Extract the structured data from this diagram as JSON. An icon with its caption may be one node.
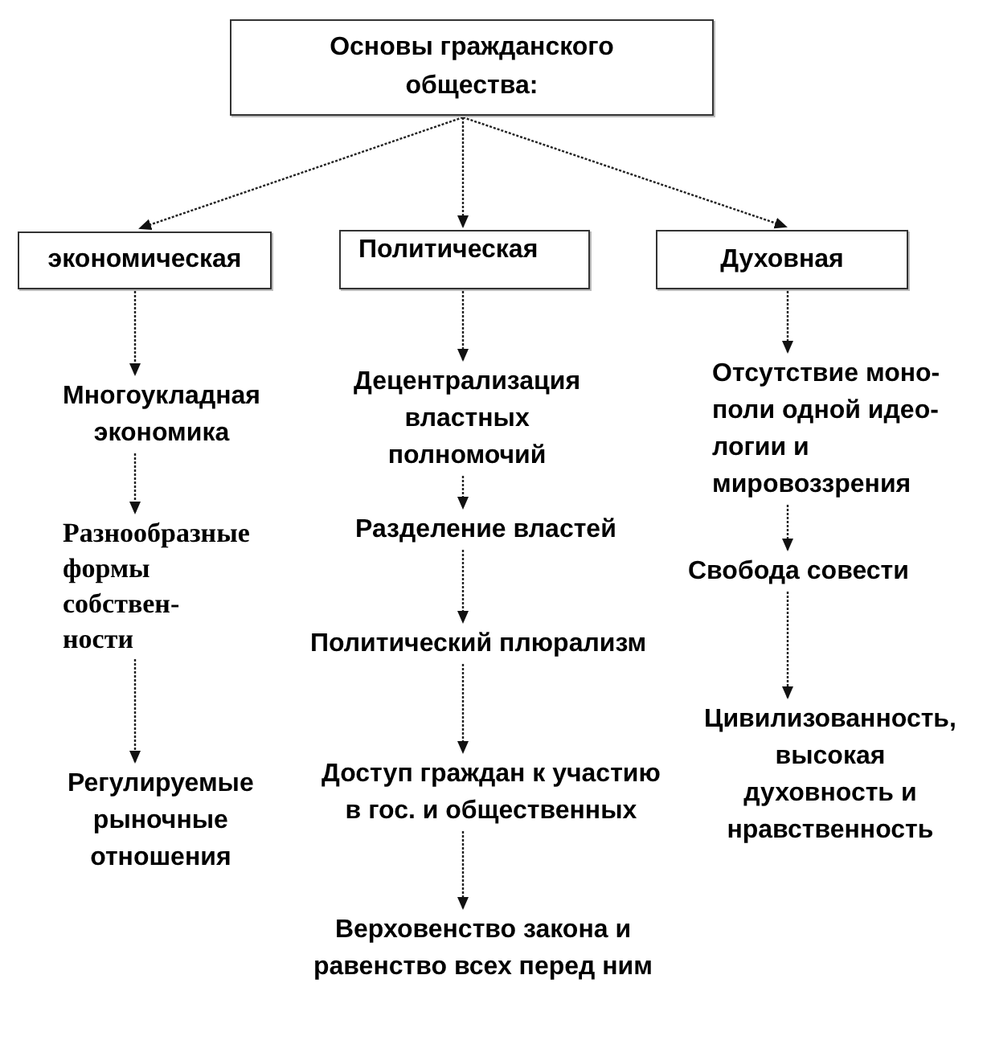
{
  "diagram": {
    "nodes": [
      {
        "text": [
          "Основы гражданского общества:"
        ]
      },
      {
        "text": [
          "экономическая"
        ]
      },
      {
        "text": [
          "Политическая"
        ]
      },
      {
        "text": [
          "Духовная"
        ]
      },
      {
        "text": [
          "Многоукладная экономика"
        ]
      },
      {
        "text": [
          "Разнообразные формы собствен- ности"
        ]
      },
      {
        "text": [
          "Регулируемые рыночные отношения"
        ]
      },
      {
        "text": [
          "Децентрализация властных полномочий"
        ]
      },
      {
        "text": [
          "Разделение властей"
        ]
      },
      {
        "text": [
          "Политический плюрализм"
        ]
      },
      {
        "text": [
          "Доступ граждан к участию в гос. и общественных"
        ]
      },
      {
        "text": [
          "Верховенство закона и равенство всех перед ним"
        ]
      },
      {
        "text": [
          "Отсутствие моно- поли одной идео- логии и мировоззрения"
        ]
      },
      {
        "text": [
          "Свобода совести"
        ]
      },
      {
        "text": [
          "Цивилизованность, высокая духовность и нравственность"
        ]
      }
    ],
    "edges": [
      {
        "from": 0,
        "to": 1,
        "arrow": "to"
      },
      {
        "from": 0,
        "to": 2,
        "arrow": "to"
      },
      {
        "from": 0,
        "to": 3,
        "arrow": "to"
      },
      {
        "from": 1,
        "to": 4,
        "arrow": "to"
      },
      {
        "from": 4,
        "to": 5,
        "arrow": "to"
      },
      {
        "from": 5,
        "to": 6,
        "arrow": "to"
      },
      {
        "from": 2,
        "to": 7,
        "arrow": "to"
      },
      {
        "from": 7,
        "to": 8,
        "arrow": "to"
      },
      {
        "from": 8,
        "to": 9,
        "arrow": "to"
      },
      {
        "from": 9,
        "to": 10,
        "arrow": "to"
      },
      {
        "from": 10,
        "to": 11,
        "arrow": "to"
      },
      {
        "from": 3,
        "to": 12,
        "arrow": "to"
      },
      {
        "from": 12,
        "to": 13,
        "arrow": "to"
      },
      {
        "from": 13,
        "to": 14,
        "arrow": "to"
      }
    ]
  }
}
